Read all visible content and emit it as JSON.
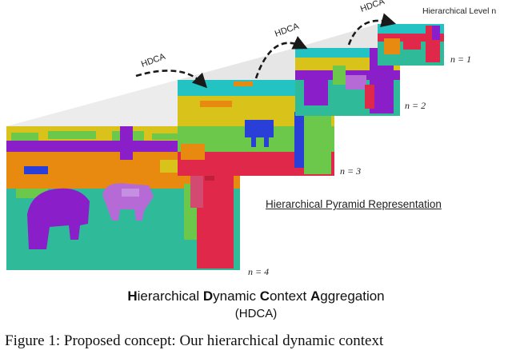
{
  "diagram": {
    "level_header": "Hierarchical Level n",
    "level_labels": [
      "n = 1",
      "n = 2",
      "n = 3",
      "n = 4"
    ],
    "arrow_labels": [
      "HDCA",
      "HDCA",
      "HDCA"
    ],
    "pyramid_caption": "Hierarchical Pyramid Representation",
    "title_parts": [
      {
        "cap": "H",
        "rest": "ierarchical "
      },
      {
        "cap": "D",
        "rest": "ynamic "
      },
      {
        "cap": "C",
        "rest": "ontext "
      },
      {
        "cap": "A",
        "rest": "ggregation"
      }
    ],
    "abbreviation": "(HDCA)",
    "figure_caption_partial": "Figure 1: Proposed concept: Our hierarchical dynamic context"
  },
  "colors": {
    "sky": "#23c3c3",
    "field_orange": "#e88a10",
    "grass_yellow": "#d9c21a",
    "ground_teal": "#2fba9a",
    "animal_purple": "#8a1fc9",
    "person_red": "#e0284a",
    "vegetation_green": "#6cc84a",
    "accent_blue": "#2a3fd8",
    "arrow": "#1a1a1a"
  }
}
